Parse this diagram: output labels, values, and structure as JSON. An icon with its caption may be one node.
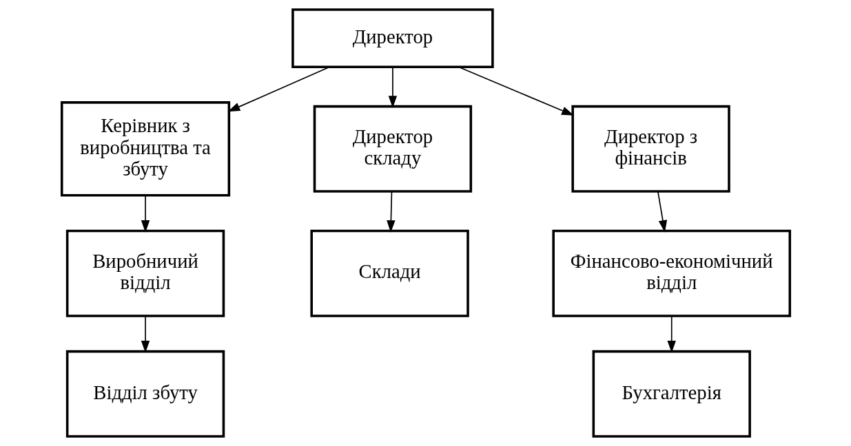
{
  "diagram": {
    "nodes": [
      {
        "text": [
          "Директор"
        ]
      },
      {
        "text": [
          "Керівник з виробництва та збуту"
        ]
      },
      {
        "text": [
          "Директор складу"
        ]
      },
      {
        "text": [
          "Директор з фінансів"
        ]
      },
      {
        "text": [
          "Виробничий відділ"
        ]
      },
      {
        "text": [
          "Склади"
        ]
      },
      {
        "text": [
          "Фінансово-економічний відділ"
        ]
      },
      {
        "text": [
          "Відділ збуту"
        ]
      },
      {
        "text": [
          "Бухгалтерія"
        ]
      }
    ],
    "edges": [
      {
        "from": 0,
        "to": 1,
        "arrow": "to"
      },
      {
        "from": 0,
        "to": 2,
        "arrow": "to"
      },
      {
        "from": 0,
        "to": 3,
        "arrow": "to"
      },
      {
        "from": 1,
        "to": 4,
        "arrow": "to"
      },
      {
        "from": 2,
        "to": 5,
        "arrow": "to"
      },
      {
        "from": 3,
        "to": 6,
        "arrow": "to"
      },
      {
        "from": 4,
        "to": 7,
        "arrow": "to"
      },
      {
        "from": 6,
        "to": 8,
        "arrow": "to"
      }
    ]
  }
}
